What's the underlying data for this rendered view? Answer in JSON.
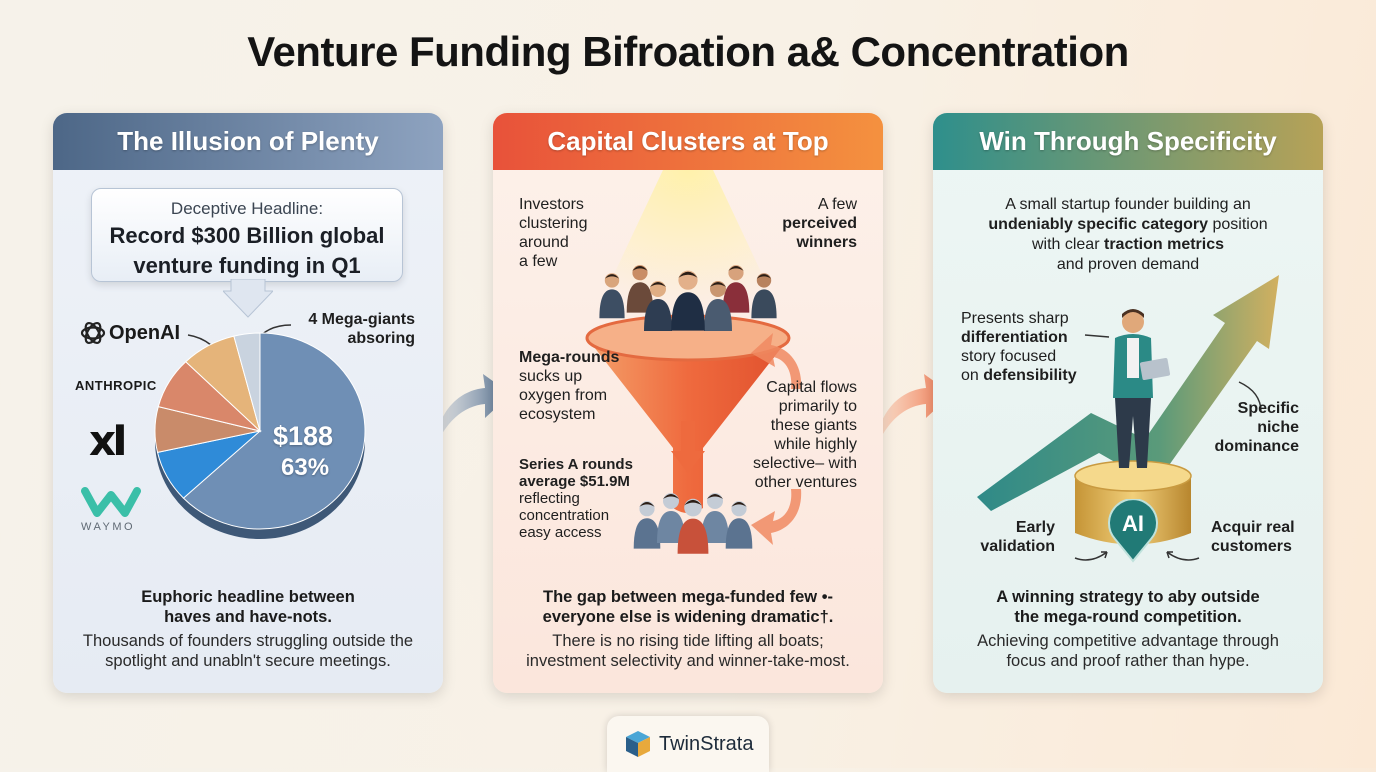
{
  "title": "Venture Funding Bifroation a& Concentration",
  "panel1": {
    "header": "The Illusion of Plenty",
    "callout_small": "Deceptive Headline:",
    "callout_big_1": "Record $300 Billion global",
    "callout_big_2": "venture funding in Q1",
    "mega_1": "4 Mega-giants",
    "mega_2": "absoring",
    "logos": {
      "openai": "OpenAI",
      "anthropic": "ANTHROPIC",
      "xai": "xI",
      "waymo": "WAYMO"
    },
    "pie_value": "$188",
    "pie_pct": "63%",
    "bottom_bold_1": "Euphoric headline between",
    "bottom_bold_2": "haves and have-nots.",
    "bottom_1": "Thousands of founders struggling outside the",
    "bottom_2": "spotlight and unabln't secure meetings.",
    "colors": {
      "giant": "#6f8fb5",
      "openai": "#e5b47a",
      "anthropic": "#d9876a",
      "xai": "#c98b6a",
      "waymo": "#2f8bd8",
      "other": "#c9d3df"
    }
  },
  "panel2": {
    "header": "Capital Clusters at Top",
    "investors": [
      "Investors",
      "clustering",
      "around",
      "a few"
    ],
    "few_1": "A few",
    "few_2": "perceived",
    "few_3": "winners",
    "mega_b": "Mega-rounds",
    "mega_rest": [
      "sucks up",
      "oxygen from",
      "ecosystem"
    ],
    "flows": [
      "Capital flows",
      "primarily to",
      "these giants",
      "while highly",
      "selective– with",
      "other ventures"
    ],
    "series_b": [
      "Series A rounds",
      "average $51.9M"
    ],
    "series_rest": [
      "reflecting",
      "concentration",
      "easy access"
    ],
    "bottom_bold_1": "The gap between mega-funded few •-",
    "bottom_bold_2": "everyone else is widening dramatic†.",
    "bottom_1": "There is no rising tide lifting all boats;",
    "bottom_2": "investment selectivity and winner-take-most."
  },
  "panel3": {
    "header": "Win Through Specificity",
    "intro_1": "A small startup founder building an",
    "intro_2b": "undeniably specific category",
    "intro_2r": " position",
    "intro_3a": "with clear ",
    "intro_3b": "traction metrics",
    "intro_4": "and proven demand",
    "present_1": "Presents sharp",
    "present_2": "differentiation",
    "present_3": "story focused",
    "present_4a": "on ",
    "present_4b": "defensibility",
    "niche": [
      "Specific",
      "niche",
      "dominance"
    ],
    "early": [
      "Early",
      "validation"
    ],
    "acquire": [
      "Acquir real",
      "customers"
    ],
    "badge": "AI",
    "bottom_bold_1": "A winning strategy to aby outside",
    "bottom_bold_2": "the mega-round competition.",
    "bottom_1": "Achieving competitive advantage through",
    "bottom_2": "focus and proof rather than hype."
  },
  "footer": {
    "brand": "TwinStrata"
  }
}
